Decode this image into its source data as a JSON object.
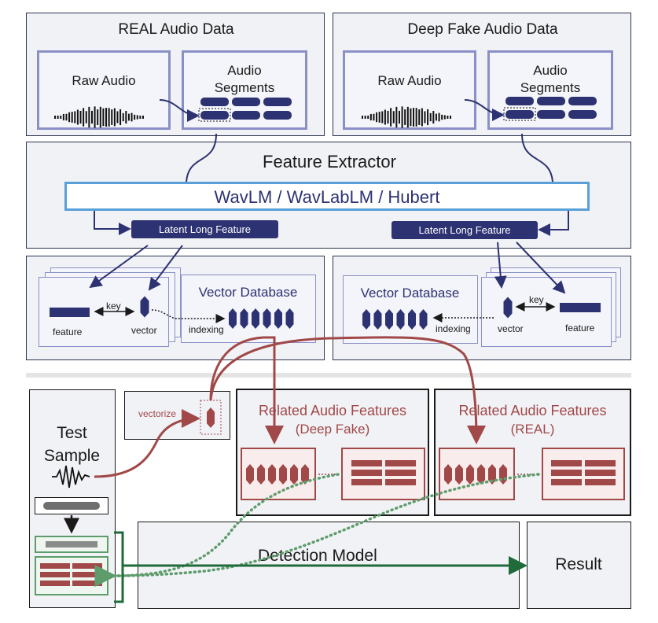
{
  "real_panel": {
    "title": "REAL Audio Data",
    "raw_label": "Raw Audio",
    "segments_label": "Audio\nSegments"
  },
  "fake_panel": {
    "title": "Deep Fake Audio Data",
    "raw_label": "Raw Audio",
    "segments_label": "Audio\nSegments"
  },
  "extractor": {
    "title": "Feature Extractor",
    "models": "WavLM / WavLabLM / Hubert",
    "latent_left": "Latent Long Feature",
    "latent_right": "Latent Long Feature"
  },
  "left_db": {
    "feature": "feature",
    "key": "key",
    "vector": "vector",
    "indexing": "indexing",
    "db_title": "Vector Database"
  },
  "right_db": {
    "feature": "feature",
    "key": "key",
    "vector": "vector",
    "indexing": "indexing",
    "db_title": "Vector Database"
  },
  "test": {
    "title": "Test\nSample",
    "vectorize": "vectorize"
  },
  "related_fake": {
    "title": "Related Audio Features",
    "subtitle": "(Deep Fake)"
  },
  "related_real": {
    "title": "Related Audio Features",
    "subtitle": "(REAL)"
  },
  "detection": {
    "label": "Detection Model"
  },
  "result": {
    "label": "Result"
  },
  "colors": {
    "navy": "#2d3272",
    "red": "#a14848",
    "green": "#1f6b3a",
    "blue_bar": "#5aa0d8"
  }
}
